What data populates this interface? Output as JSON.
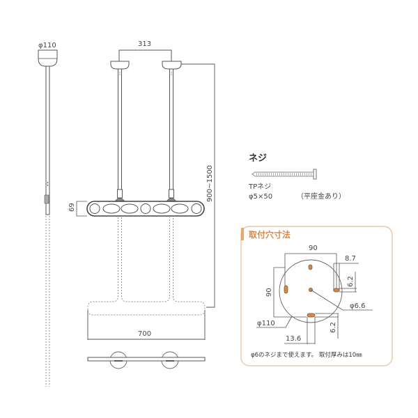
{
  "diagram": {
    "type": "technical-drawing",
    "subject": "ceiling-mounted drying rack dimensions",
    "side_view": {
      "base_diameter_label": "φ110"
    },
    "front_view": {
      "pole_spacing_label": "313",
      "height_range_label": "900~1500",
      "bar_height_label": "69",
      "bar_width_label": "700"
    },
    "screw": {
      "title": "ネジ",
      "type_label": "TPネジ",
      "size_label": "φ5×50",
      "note_label": "（平座金あり）"
    },
    "mounting_box": {
      "title": "取付穴寸法",
      "accent_color": "#e8a868",
      "title_color": "#d4894a",
      "width_label": "90",
      "height_label": "90",
      "slot_width_label": "8.7",
      "slot_height_label": "6.2",
      "center_hole_label": "φ6.6",
      "base_diameter_label": "φ110",
      "bottom_slot_height_label": "6.2",
      "bottom_slot_width_label": "13.6",
      "footnote": "φ6のネジまで使えます。 取付厚みは10㎜"
    }
  }
}
